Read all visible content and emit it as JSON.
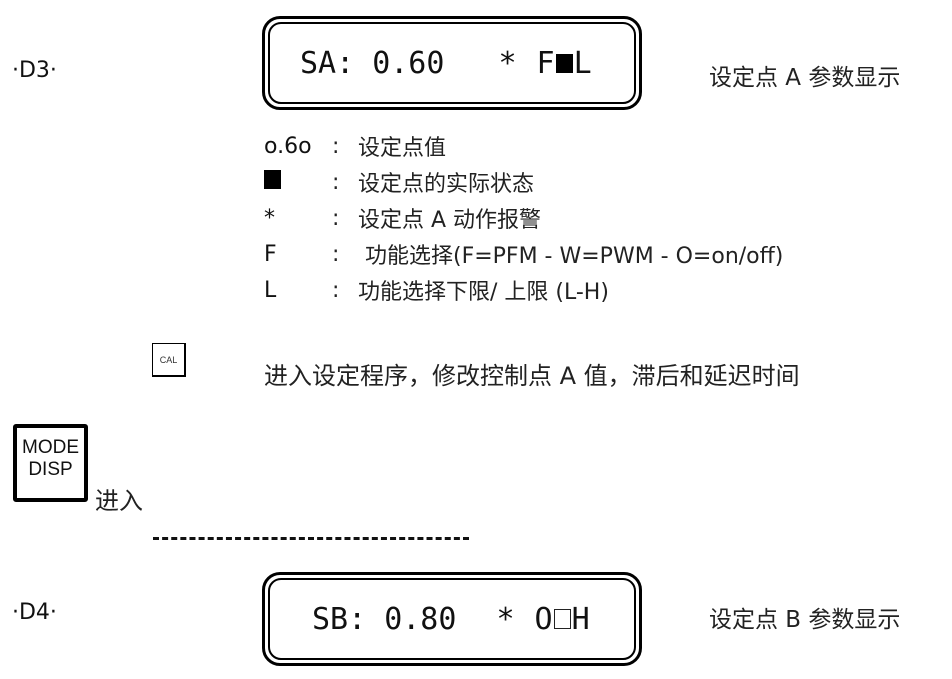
{
  "section_d3": {
    "step_label": "·D3·",
    "display": {
      "prefix": "SA:",
      "value": "0.60",
      "alarm": "*",
      "function": "F",
      "state_icon": "filled-square",
      "limit": "L"
    },
    "caption": "设定点 A 参数显示"
  },
  "legend": [
    {
      "key": "o.6o",
      "colon": ":",
      "text": "设定点值"
    },
    {
      "key_icon": "filled-square",
      "colon": ":",
      "text": "设定点的实际状态"
    },
    {
      "key": "*",
      "colon": ":",
      "text": "设定点 A 动作报警"
    },
    {
      "key": "F",
      "colon": ":",
      "text": " 功能选择(F=PFM - W=PWM - O=on/off)"
    },
    {
      "key": "L",
      "colon": ":",
      "text": "功能选择下限/ 上限 (L-H)"
    }
  ],
  "cal_key": {
    "label": "CAL",
    "description": "进入设定程序，修改控制点 A 值，滞后和延迟时间"
  },
  "mode_key": {
    "line1": "MODE",
    "line2": "DISP",
    "suffix": "进入"
  },
  "separator": "----------------------------------",
  "section_d4": {
    "step_label": "·D4·",
    "display": {
      "prefix": "SB:",
      "value": "0.80",
      "alarm": "*",
      "function": "O",
      "state_icon": "empty-square",
      "limit": "H"
    },
    "caption": "设定点 B 参数显示"
  }
}
